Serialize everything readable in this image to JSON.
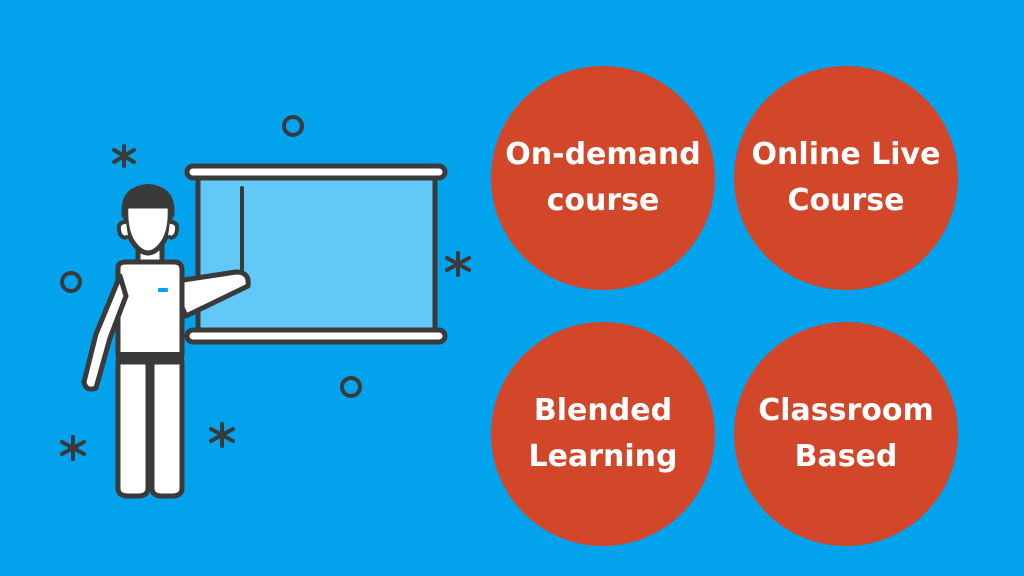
{
  "colors": {
    "background": "#02A2EC",
    "circle": "#D2472A",
    "circle_text": "#FFFFFF",
    "outline": "#3A3A3A",
    "board_fill": "#62C8F7",
    "body_fill": "#FFFFFF",
    "accent": "#02A2EC"
  },
  "illustration": {
    "icon": "teacher-presenting-at-board-icon"
  },
  "options": [
    {
      "label": "On-demand\ncourse"
    },
    {
      "label": "Online Live\nCourse"
    },
    {
      "label": "Blended\nLearning"
    },
    {
      "label": "Classroom\nBased"
    }
  ]
}
